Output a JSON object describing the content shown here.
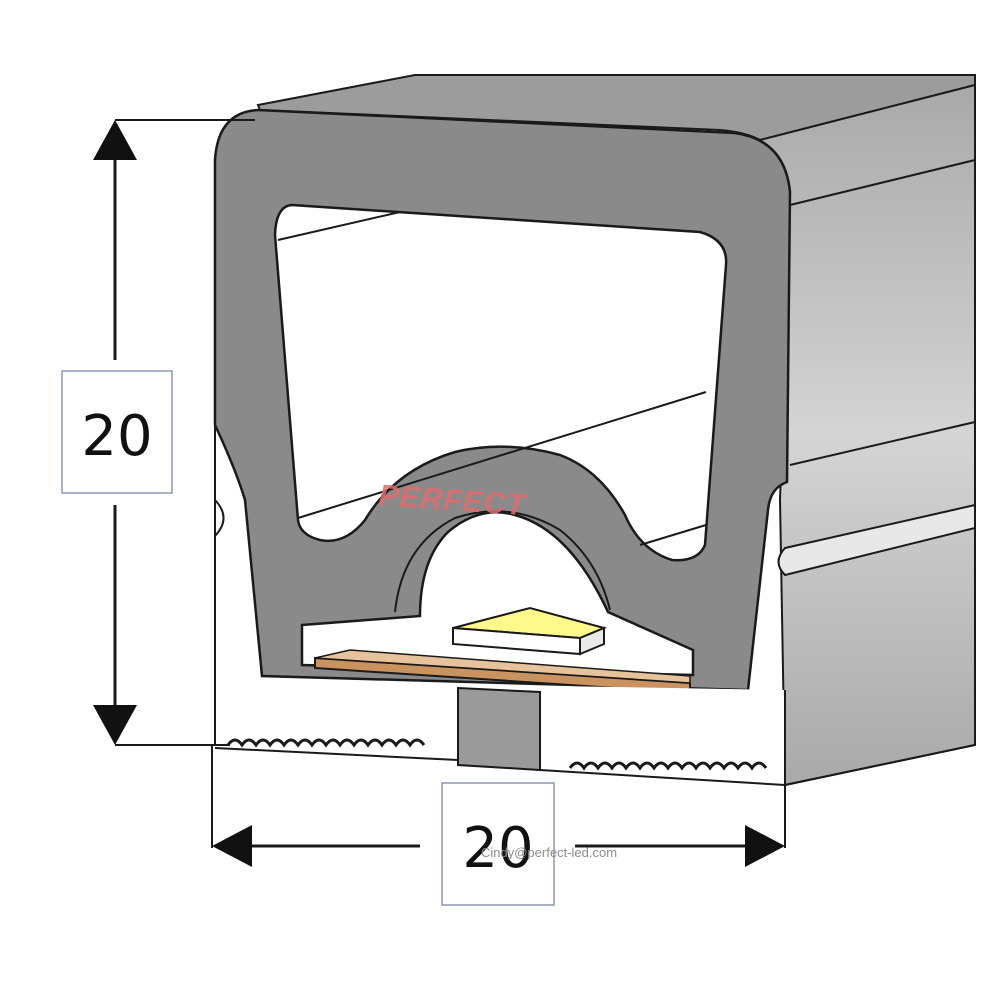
{
  "dimensions": {
    "height_label": "20",
    "width_label": "20"
  },
  "watermark": {
    "brand": "PERFECT",
    "contact": "Cindy@perfect-led.com"
  },
  "colors": {
    "silicone_body": "#8a8a8a",
    "silicone_top": "#9a9a9a",
    "silicone_side_light": "#c9c9c9",
    "silicone_side_dark": "#a9a9a9",
    "interior": "#ffffff",
    "led_chip": "#fff98c",
    "pcb": "#c8935e",
    "brand": "#e06b6b",
    "outline": "#1a1a1a"
  }
}
